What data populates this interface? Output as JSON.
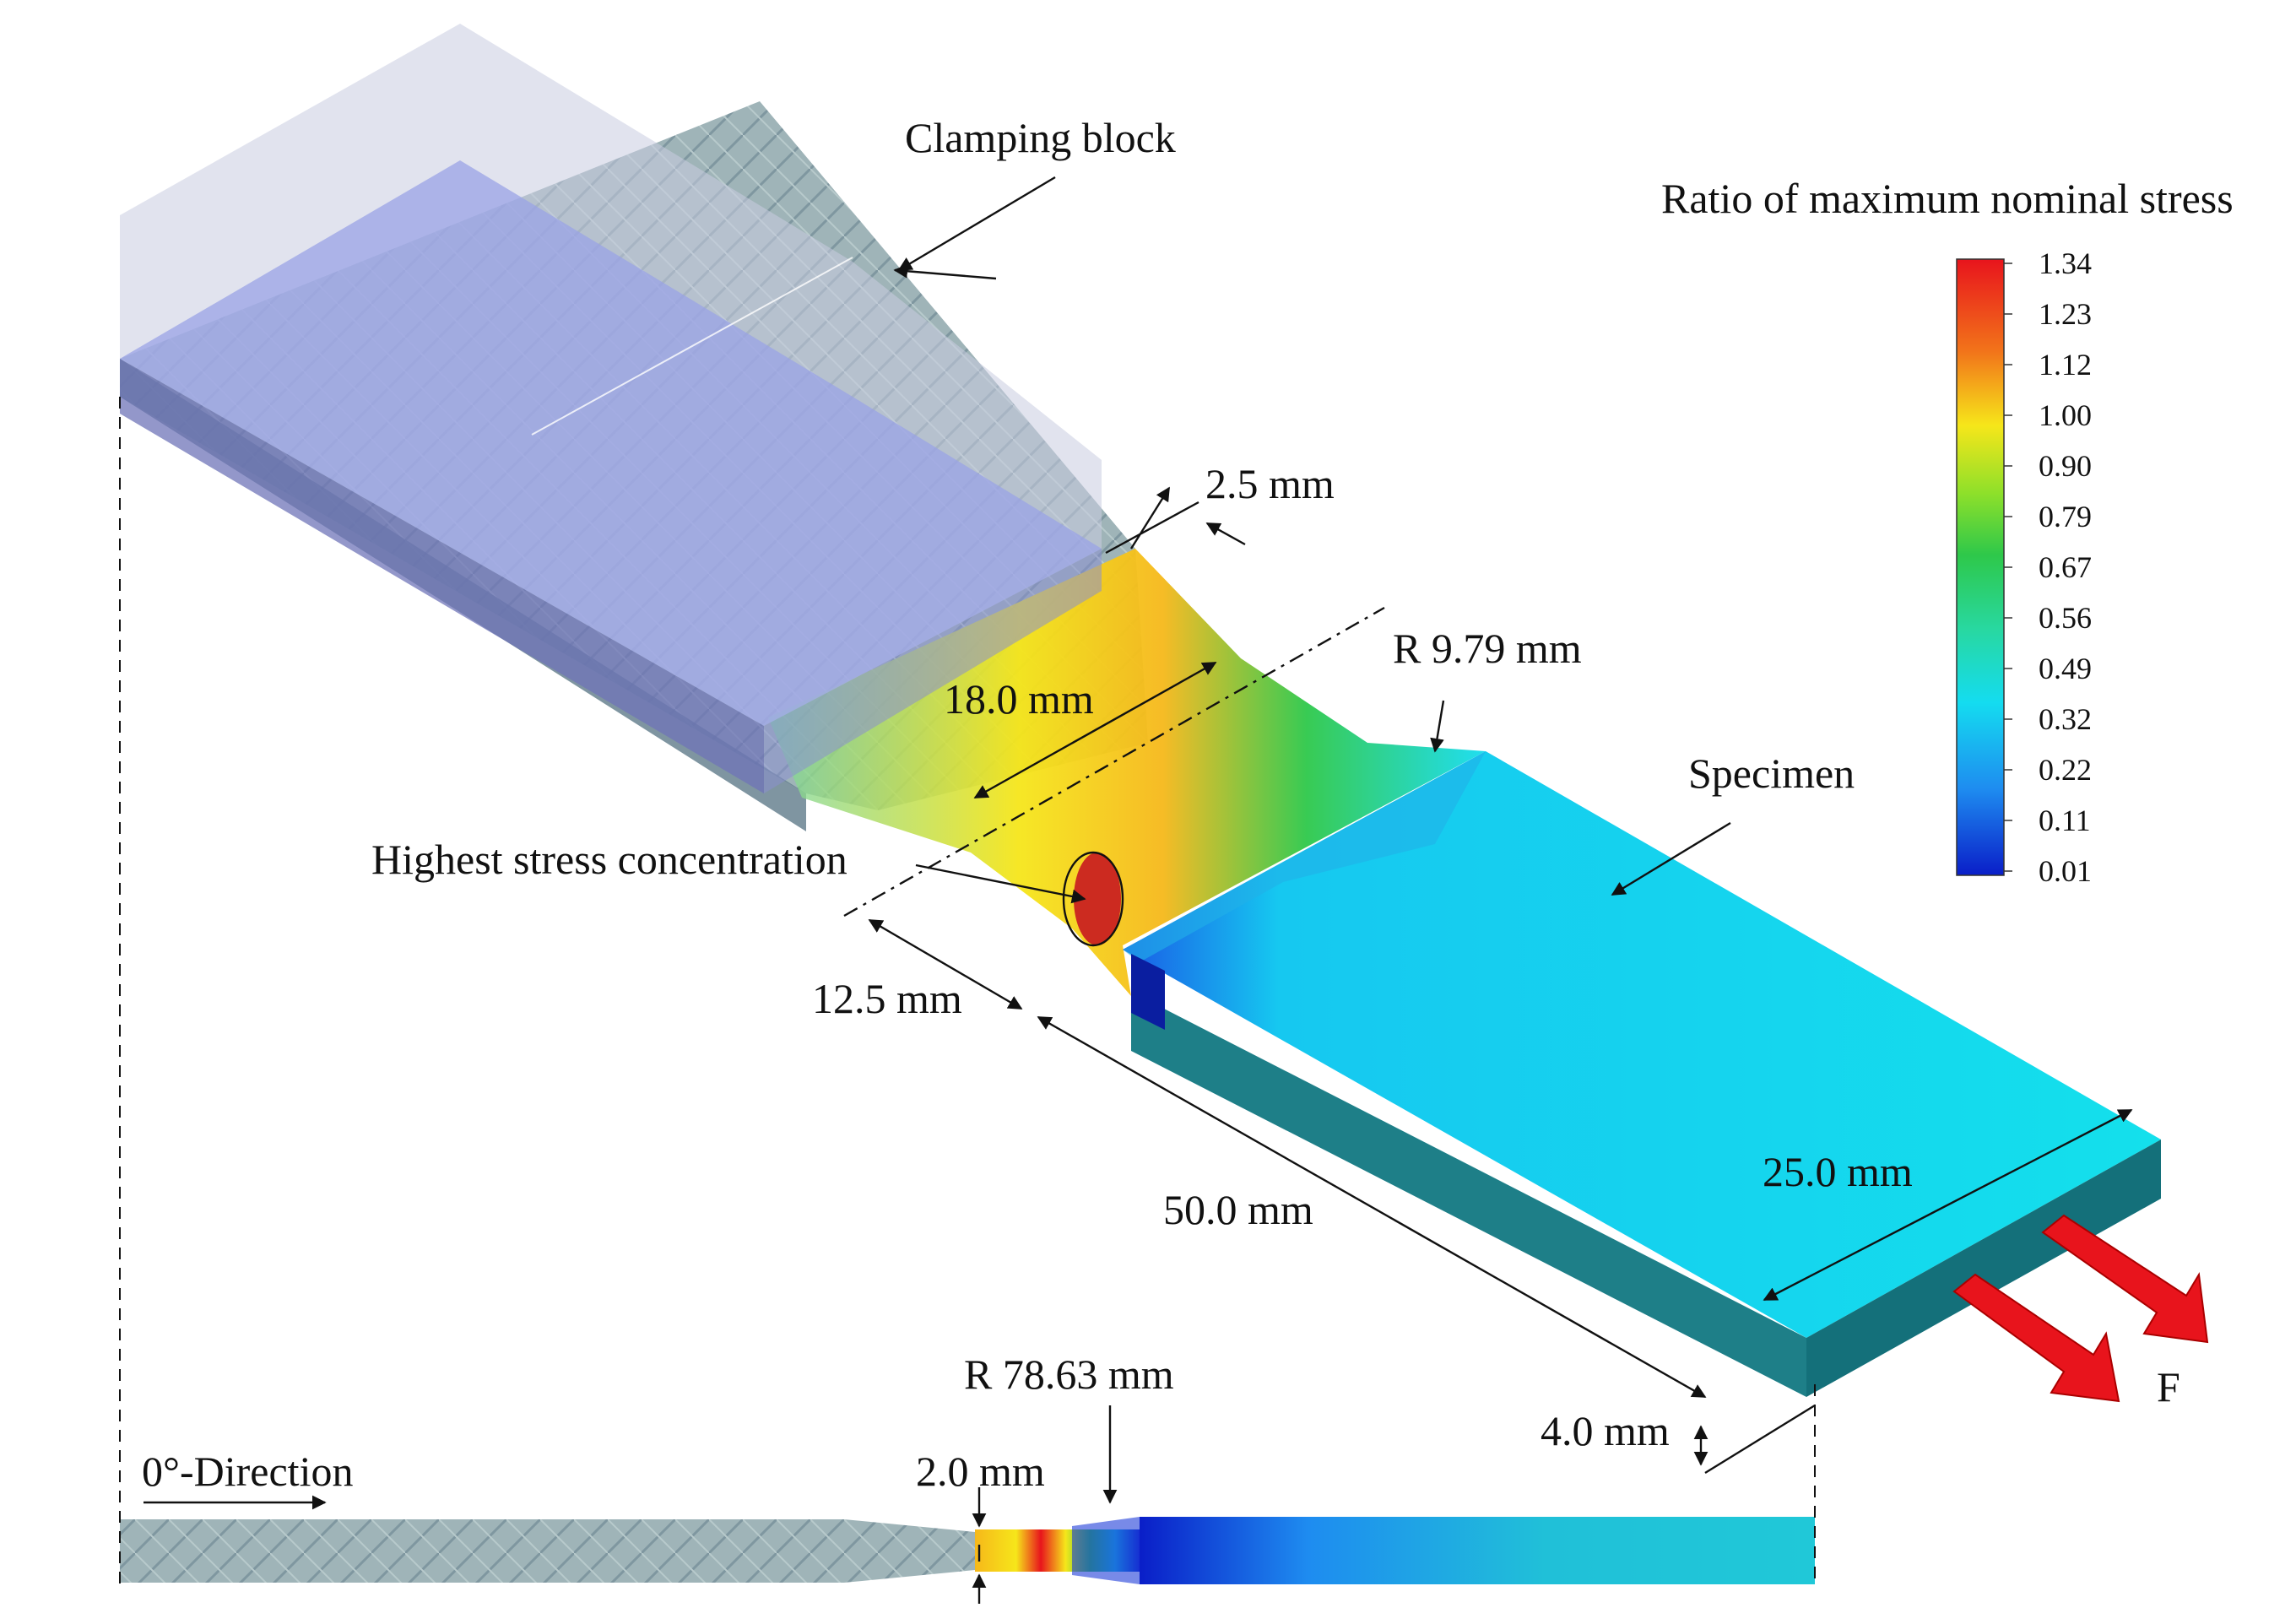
{
  "labels": {
    "clamping_block": "Clamping block",
    "specimen": "Specimen",
    "highest_stress": "Highest stress concentration",
    "direction": "0°-Direction",
    "force": "F"
  },
  "dimensions": {
    "d_2_5": "2.5 mm",
    "d_18_0": "18.0 mm",
    "r_9_79": "R 9.79 mm",
    "d_12_5": "12.5 mm",
    "d_50_0": "50.0 mm",
    "d_25_0": "25.0 mm",
    "d_4_0": "4.0 mm",
    "r_78_63": "R 78.63 mm",
    "d_2_0": "2.0 mm"
  },
  "colorbar": {
    "title": "Ratio of maximum nominal stress",
    "ticks": [
      "1.34",
      "1.23",
      "1.12",
      "1.00",
      "0.90",
      "0.79",
      "0.67",
      "0.56",
      "0.49",
      "0.32",
      "0.22",
      "0.11",
      "0.01"
    ]
  },
  "colors": {
    "stress_high": "#e8141c",
    "stress_mid": "#f6e61a",
    "stress_green": "#2ec84a",
    "stress_cyan": "#14dcf0",
    "stress_low": "#0a1ec8",
    "clamp": "#9aa3e6",
    "laminate": "#8fa2b8",
    "arrow": "#e8141c"
  }
}
